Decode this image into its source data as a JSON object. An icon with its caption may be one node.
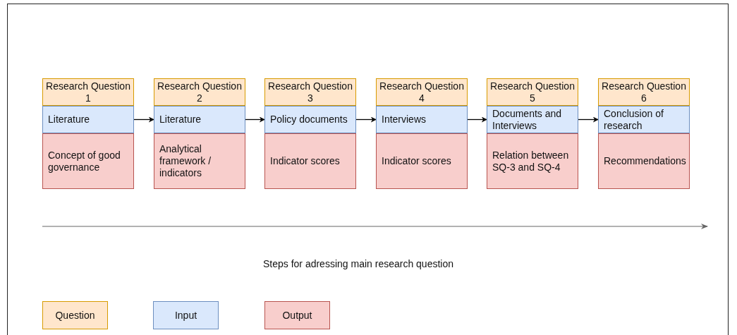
{
  "diagram": {
    "nodes": [
      {
        "text": [
          "Research Question 1"
        ]
      },
      {
        "text": [
          "Literature"
        ]
      },
      {
        "text": [
          "Concept of good governance"
        ]
      },
      {
        "text": [
          "Research Question 2"
        ]
      },
      {
        "text": [
          "Literature"
        ]
      },
      {
        "text": [
          "Analytical framework / indicators"
        ]
      },
      {
        "text": [
          "Research Question 3"
        ]
      },
      {
        "text": [
          "Policy documents"
        ]
      },
      {
        "text": [
          "Indicator scores"
        ]
      },
      {
        "text": [
          "Research Question 4"
        ]
      },
      {
        "text": [
          "Interviews"
        ]
      },
      {
        "text": [
          "Indicator scores"
        ]
      },
      {
        "text": [
          "Research Question 5"
        ]
      },
      {
        "text": [
          "Documents and Interviews"
        ]
      },
      {
        "text": [
          "Relation between SQ-3 and SQ-4"
        ]
      },
      {
        "text": [
          "Research Question 6"
        ]
      },
      {
        "text": [
          "Conclusion of research"
        ]
      },
      {
        "text": [
          "Recommendations"
        ]
      }
    ],
    "edges": [
      {
        "from": 1,
        "to": 4,
        "arrow": "to"
      },
      {
        "from": 4,
        "to": 7,
        "arrow": "to"
      },
      {
        "from": 7,
        "to": 10,
        "arrow": "to"
      },
      {
        "from": 10,
        "to": 13,
        "arrow": "to"
      },
      {
        "from": 13,
        "to": 16,
        "arrow": "to"
      }
    ],
    "labels": [
      "Steps for adressing main research question"
    ],
    "legend": [
      {
        "text": "Question",
        "color": "#ffe6cc"
      },
      {
        "text": "Input",
        "color": "#dae8fc"
      },
      {
        "text": "Output",
        "color": "#f8cecc"
      }
    ]
  }
}
